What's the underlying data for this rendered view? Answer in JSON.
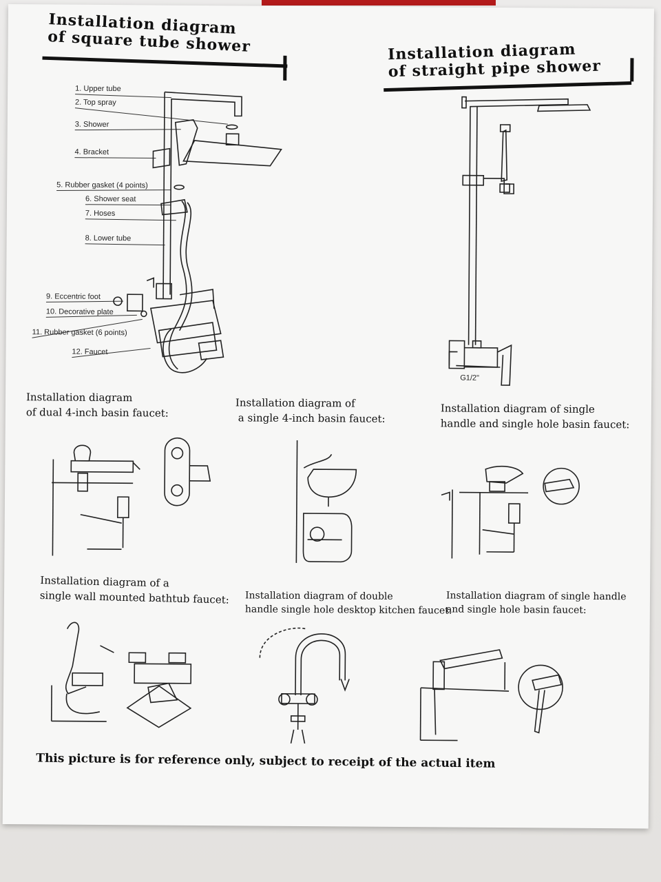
{
  "square_shower": {
    "title_line1": "Installation diagram",
    "title_line2": "of square tube shower",
    "parts": [
      "1. Upper tube",
      "2. Top spray",
      "3. Shower",
      "4. Bracket",
      "5. Rubber gasket (4 points)",
      "6. Shower seat",
      "7. Hoses",
      "8. Lower tube",
      "9. Eccentric foot",
      "10. Decorative plate",
      "11. Rubber gasket (6 points)",
      "12. Faucet"
    ]
  },
  "straight_shower": {
    "title_line1": "Installation diagram",
    "title_line2": "of straight pipe shower",
    "thread_label": "G1/2\""
  },
  "dual_basin": {
    "line1": "Installation diagram",
    "line2": "of dual 4-inch basin faucet:"
  },
  "single_basin": {
    "line1": "Installation diagram of",
    "line2": "a single 4-inch basin faucet:"
  },
  "single_handle_hole": {
    "line1": "Installation diagram of single",
    "line2": "handle and single hole basin faucet:"
  },
  "bathtub": {
    "line1": "Installation diagram of a",
    "line2": "single wall mounted bathtub faucet:"
  },
  "kitchen": {
    "line1": "Installation diagram of double",
    "line2": "handle single hole desktop kitchen faucet:"
  },
  "single_handle_basin": {
    "line1": "Installation diagram of single handle",
    "line2": "and single hole basin faucet:"
  },
  "footer": "This picture is for reference only, subject to receipt of the actual item"
}
